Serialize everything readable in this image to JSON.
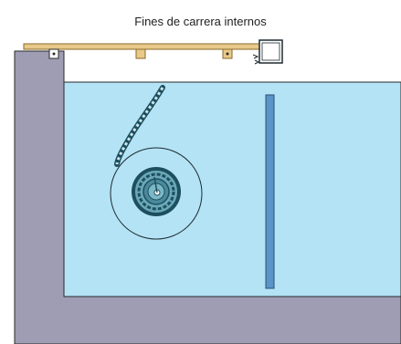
{
  "title": "Fines de carrera internos",
  "colors": {
    "wall": "#9e9db4",
    "water": "#b3e3f5",
    "track": "#e8c98a",
    "reel": "#6aa7b8",
    "reel_dark": "#1d4f5e",
    "bar": "#5b95c7",
    "outline": "#1f2a30"
  },
  "components": [
    {
      "id": "wall-block",
      "icon": "l-shaped-wall"
    },
    {
      "id": "pool-water",
      "icon": "water-area"
    },
    {
      "id": "top-rail",
      "icon": "rail"
    },
    {
      "id": "endstop-left",
      "icon": "limit-switch"
    },
    {
      "id": "endstop-middle",
      "icon": "limit-switch"
    },
    {
      "id": "endstop-right",
      "icon": "limit-switch"
    },
    {
      "id": "motor-box",
      "icon": "motor-box"
    },
    {
      "id": "cover-reel",
      "icon": "reel"
    },
    {
      "id": "cover-slats",
      "icon": "slat-chain"
    },
    {
      "id": "vertical-bar",
      "icon": "bar"
    }
  ]
}
